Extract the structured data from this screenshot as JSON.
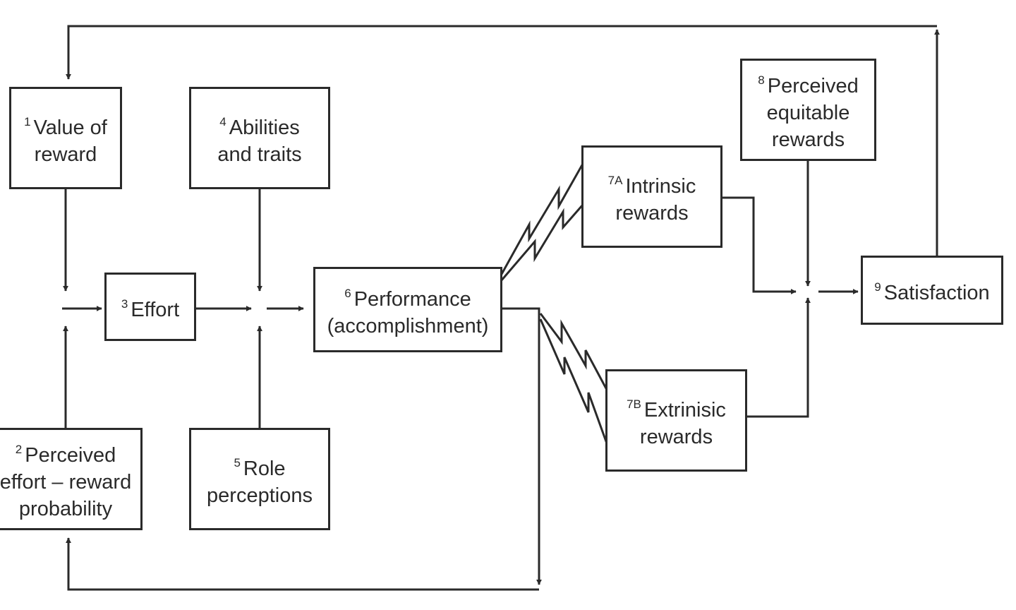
{
  "nodes": {
    "n1": {
      "num": "1",
      "lines": [
        "Value of",
        "reward"
      ]
    },
    "n2": {
      "num": "2",
      "lines": [
        "Perceived",
        "effort – reward",
        "probability"
      ]
    },
    "n3": {
      "num": "3",
      "lines": [
        "Effort"
      ]
    },
    "n4": {
      "num": "4",
      "lines": [
        "Abilities",
        "and traits"
      ]
    },
    "n5": {
      "num": "5",
      "lines": [
        "Role",
        "perceptions"
      ]
    },
    "n6": {
      "num": "6",
      "lines": [
        "Performance",
        "(accomplishment)"
      ]
    },
    "n7a": {
      "num": "7A",
      "lines": [
        "Intrinsic",
        "rewards"
      ]
    },
    "n7b": {
      "num": "7B",
      "lines": [
        "Extrinisic",
        "rewards"
      ]
    },
    "n8": {
      "num": "8",
      "lines": [
        "Perceived",
        "equitable",
        "rewards"
      ]
    },
    "n9": {
      "num": "9",
      "lines": [
        "Satisfaction"
      ]
    }
  },
  "colors": {
    "stroke": "#2a2a2a",
    "background": "#ffffff"
  }
}
